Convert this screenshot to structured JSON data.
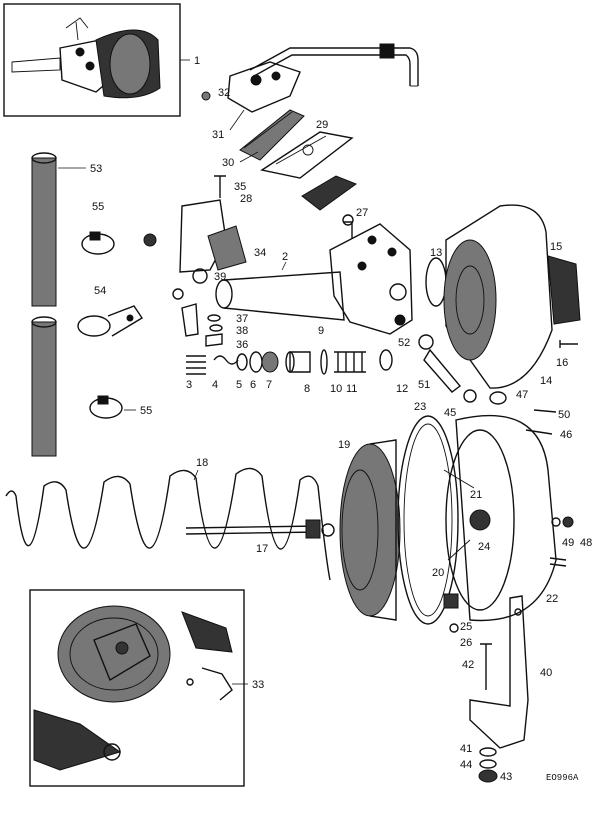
{
  "diagram": {
    "drawing_code": "EO996A",
    "labels": [
      {
        "id": "l1",
        "text": "1"
      },
      {
        "id": "l2",
        "text": "2"
      },
      {
        "id": "l3",
        "text": "3"
      },
      {
        "id": "l4",
        "text": "4"
      },
      {
        "id": "l5",
        "text": "5"
      },
      {
        "id": "l6",
        "text": "6"
      },
      {
        "id": "l7",
        "text": "7"
      },
      {
        "id": "l8",
        "text": "8"
      },
      {
        "id": "l9",
        "text": "9"
      },
      {
        "id": "l10",
        "text": "10"
      },
      {
        "id": "l11",
        "text": "11"
      },
      {
        "id": "l12",
        "text": "12"
      },
      {
        "id": "l13",
        "text": "13"
      },
      {
        "id": "l14",
        "text": "14"
      },
      {
        "id": "l15",
        "text": "15"
      },
      {
        "id": "l16",
        "text": "16"
      },
      {
        "id": "l17",
        "text": "17"
      },
      {
        "id": "l18",
        "text": "18"
      },
      {
        "id": "l19",
        "text": "19"
      },
      {
        "id": "l20",
        "text": "20"
      },
      {
        "id": "l21",
        "text": "21"
      },
      {
        "id": "l22",
        "text": "22"
      },
      {
        "id": "l23",
        "text": "23"
      },
      {
        "id": "l24",
        "text": "24"
      },
      {
        "id": "l25",
        "text": "25"
      },
      {
        "id": "l26",
        "text": "26"
      },
      {
        "id": "l27",
        "text": "27"
      },
      {
        "id": "l28",
        "text": "28"
      },
      {
        "id": "l29",
        "text": "29"
      },
      {
        "id": "l30",
        "text": "30"
      },
      {
        "id": "l31",
        "text": "31"
      },
      {
        "id": "l32",
        "text": "32"
      },
      {
        "id": "l33",
        "text": "33"
      },
      {
        "id": "l34",
        "text": "34"
      },
      {
        "id": "l35",
        "text": "35"
      },
      {
        "id": "l36",
        "text": "36"
      },
      {
        "id": "l37",
        "text": "37"
      },
      {
        "id": "l38",
        "text": "38"
      },
      {
        "id": "l39",
        "text": "39"
      },
      {
        "id": "l40",
        "text": "40"
      },
      {
        "id": "l41",
        "text": "41"
      },
      {
        "id": "l42",
        "text": "42"
      },
      {
        "id": "l43",
        "text": "43"
      },
      {
        "id": "l44",
        "text": "44"
      },
      {
        "id": "l45",
        "text": "45"
      },
      {
        "id": "l46",
        "text": "46"
      },
      {
        "id": "l47",
        "text": "47"
      },
      {
        "id": "l48",
        "text": "48"
      },
      {
        "id": "l49",
        "text": "49"
      },
      {
        "id": "l50",
        "text": "50"
      },
      {
        "id": "l51",
        "text": "51"
      },
      {
        "id": "l52",
        "text": "52"
      },
      {
        "id": "l53",
        "text": "53"
      },
      {
        "id": "l54",
        "text": "54"
      },
      {
        "id": "l55a",
        "text": "55"
      },
      {
        "id": "l55b",
        "text": "55"
      }
    ]
  }
}
